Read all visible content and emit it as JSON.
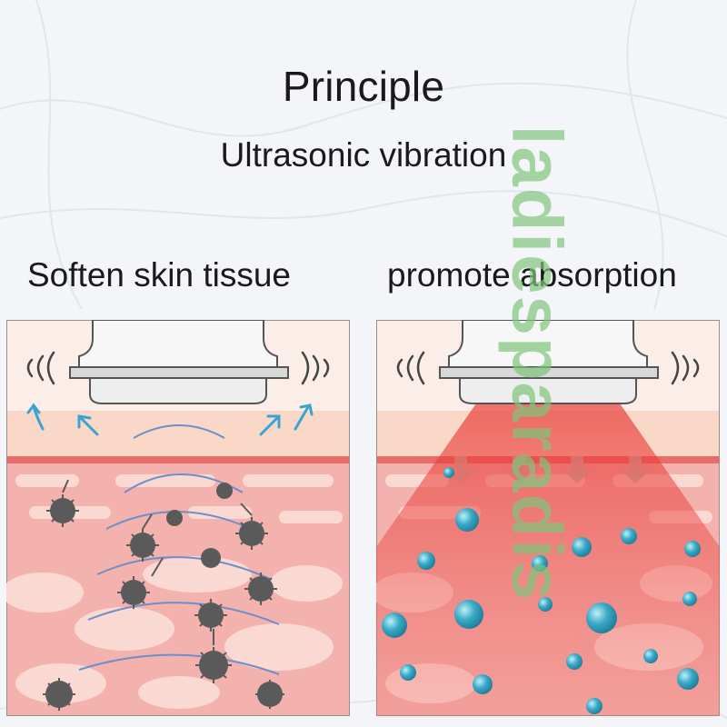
{
  "title": "Principle",
  "subtitle": "Ultrasonic vibration",
  "panels": [
    {
      "label": "Soften skin tissue",
      "illustration": "ultrasonic-head-soften-icon"
    },
    {
      "label": "promote absorption",
      "illustration": "ultrasonic-head-absorb-icon"
    }
  ],
  "watermark": "ladiesparadis",
  "colors": {
    "skin_surface": "#f9d8c8",
    "tissue": "#f3b2ae",
    "cell": "#fbd9d3",
    "red_light": "#e8342f",
    "arrow_blue": "#3aa3cf",
    "bubble_blue": "#39a9c7",
    "impurity": "#5a5a5a",
    "watermark_green": "#7fc47a"
  }
}
